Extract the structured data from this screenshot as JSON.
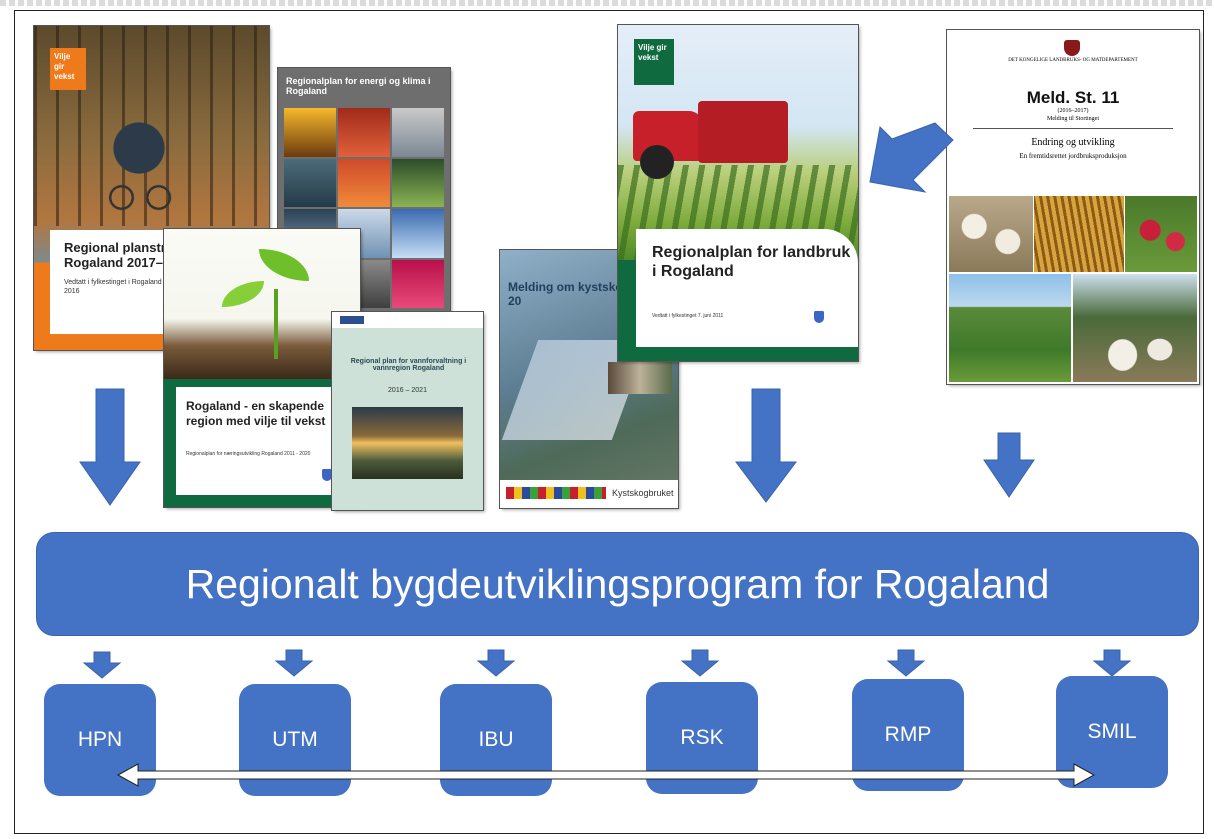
{
  "covers": {
    "planstrategi": {
      "badge": "Vilje gir vekst",
      "title": "Regional planstrategi Rogaland 2017–2020",
      "subtitle": "Vedtatt i fylkestinget i Rogaland 26. april 2016"
    },
    "energi": {
      "title": "Regionalplan for energi og klima i Rogaland"
    },
    "naering": {
      "title": "Rogaland - en skapende region med vilje til vekst",
      "subtitle": "Regionalplan for næringsutvikling Rogaland 2011 - 2020"
    },
    "vann": {
      "title": "Regional plan for vannforvaltning i vannregion Rogaland",
      "years": "2016 – 2021"
    },
    "kystskog": {
      "title": "Melding om kystskogbruket 20",
      "logo": "Kystskogbruket"
    },
    "landbruk": {
      "badge": "Vilje gir vekst",
      "title": "Regionalplan for landbruk i Rogaland",
      "subtitle": "Vedtatt i fylkestinget 7. juni 2011"
    },
    "meld": {
      "ministry": "DET KONGELIGE LANDBRUKS- OG MATDEPARTEMENT",
      "title": "Meld. St. 11",
      "years": "(2016–2017)",
      "kind": "Melding til Stortinget",
      "heading": "Endring og utvikling",
      "sub": "En fremtidsrettet jordbruksproduksjon"
    }
  },
  "banner": "Regionalt bygdeutviklingsprogram for Rogaland",
  "programs": [
    "HPN",
    "UTM",
    "IBU",
    "RSK",
    "RMP",
    "SMIL"
  ],
  "colors": {
    "blue": "#4472c4",
    "orange": "#ee7a1c",
    "green": "#0f6b3f"
  }
}
